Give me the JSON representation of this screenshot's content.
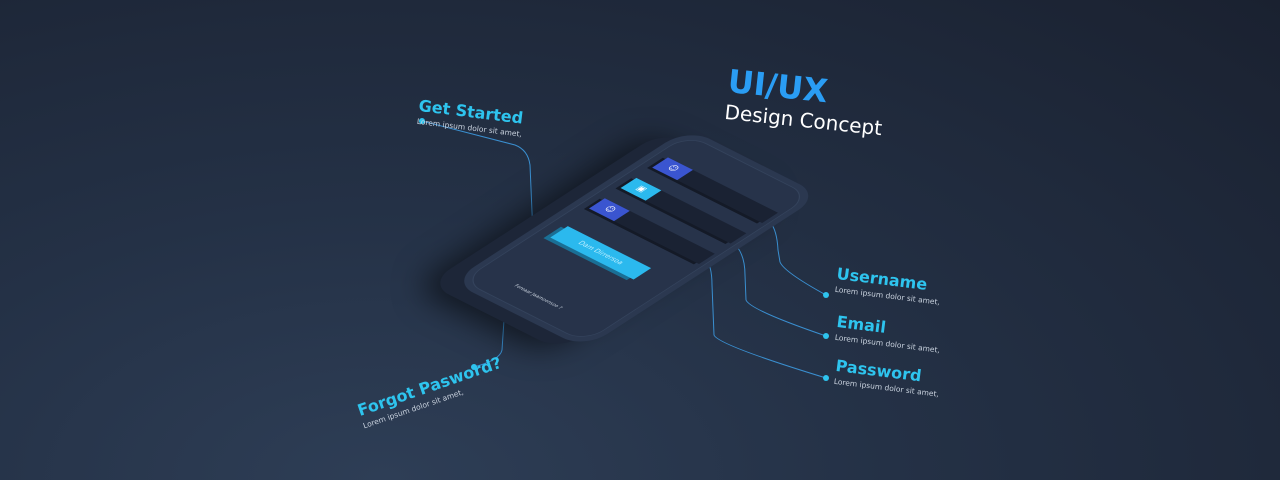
{
  "title": {
    "main": "UI/UX",
    "sub": "Design Concept"
  },
  "callouts": {
    "get_started": {
      "title": "Get Started",
      "text": "Lorem ipsum dolor sit amet,"
    },
    "username": {
      "title": "Username",
      "text": "Lorem ipsum dolor sit amet,"
    },
    "email": {
      "title": "Email",
      "text": "Lorem ipsum dolor sit amet,"
    },
    "password": {
      "title": "Password",
      "text": "Lorem ipsum dolor sit amet,"
    },
    "forgot": {
      "title": "Forgot Pasword?",
      "text": "Lorem ipsum dolor sit amet,"
    }
  },
  "phone": {
    "button_label": "Dam Dirrersoa",
    "forgot_link": "Foreaar Jaamoonsoo ?",
    "field_icons": [
      "user-icon",
      "contact-card-icon",
      "user-icon"
    ]
  },
  "colors": {
    "accent": "#2ec4ee",
    "field_icon_dark": "#3a55d0",
    "field_icon_light": "#2bb9ee",
    "background": "#1f2a3c"
  }
}
